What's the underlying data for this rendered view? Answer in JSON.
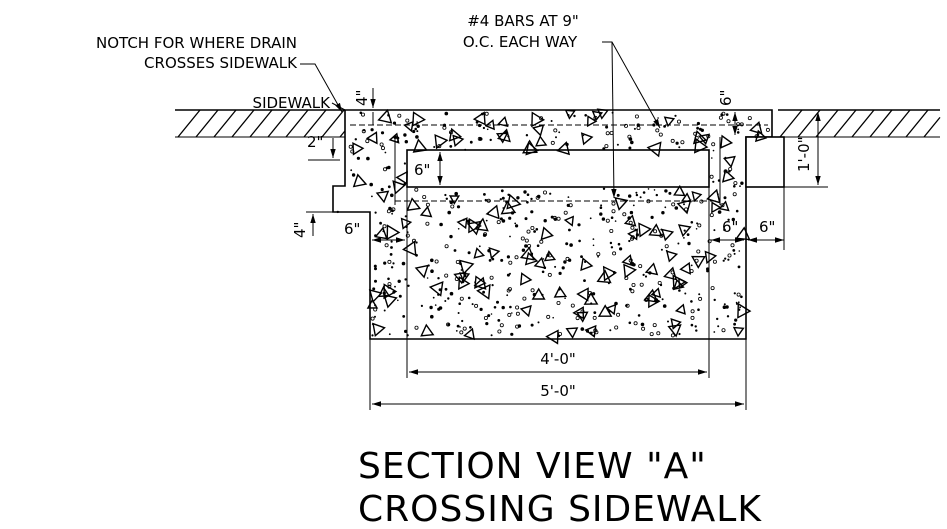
{
  "labels": {
    "notch_line1": "NOTCH FOR WHERE DRAIN",
    "notch_line2": "CROSSES SIDEWALK",
    "sidewalk": "SIDEWALK",
    "bars_line1": "#4 BARS AT 9\"",
    "bars_line2": "O.C. EACH WAY"
  },
  "dimensions": {
    "top_slab": "4\"",
    "top_right": "6\"",
    "notch": "2\"",
    "inner_top": "6\"",
    "right_depth": "1'-0\"",
    "lower_slab": "4\"",
    "left_wall": "6\"",
    "right_wall": "6\"",
    "right_outer": "6\"",
    "inner_width": "4'-0\"",
    "outer_width": "5'-0\""
  },
  "title": {
    "line1": "SECTION VIEW \"A\"",
    "line2": "CROSSING SIDEWALK"
  }
}
